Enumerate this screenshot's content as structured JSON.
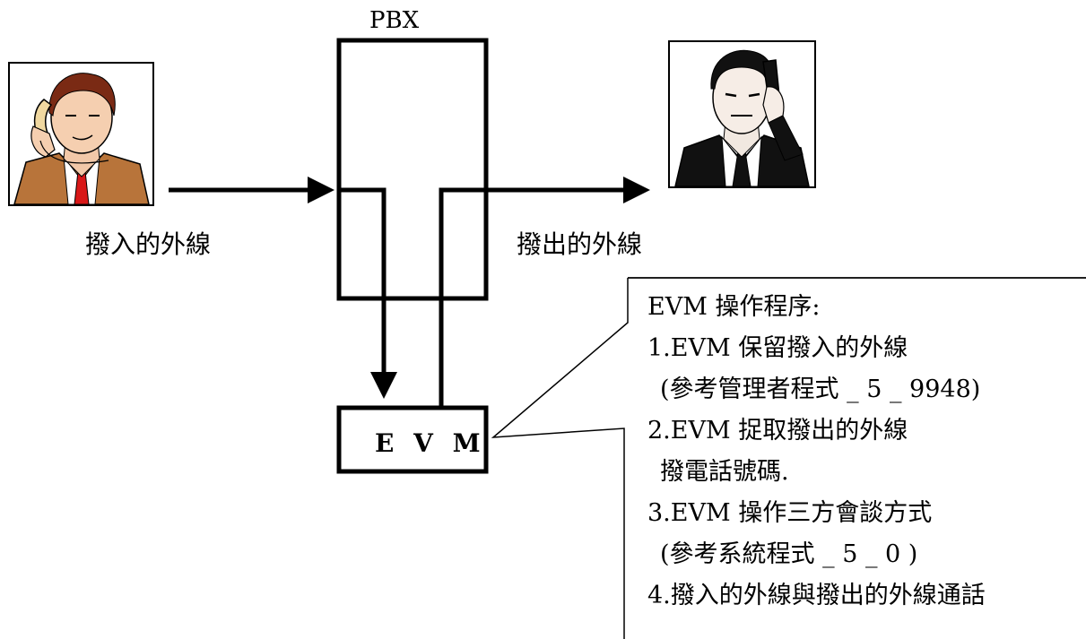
{
  "labels": {
    "pbx": "PBX",
    "incoming": "撥入的外線",
    "outgoing": "撥出的外線",
    "evm": "E V M"
  },
  "callout": {
    "title": "EVM 操作程序:",
    "lines": [
      "1.EVM 保留撥入的外線",
      "(參考管理者程式  _ 5 _ 9948)",
      "2.EVM  捉取撥出的外線",
      "撥電話號碼.",
      "3.EVM  操作三方會談方式",
      "(參考系統程式  _ 5 _ 0 )",
      "4.撥入的外線與撥出的外線通話"
    ]
  },
  "figures": {
    "caller": "man-on-phone-icon",
    "callee": "businessman-on-phone-icon"
  },
  "colors": {
    "line": "#000000",
    "caller_suit": "#b8743a",
    "caller_tie": "#d81818",
    "caller_hair": "#7a2a14",
    "callee_suit": "#111111"
  }
}
